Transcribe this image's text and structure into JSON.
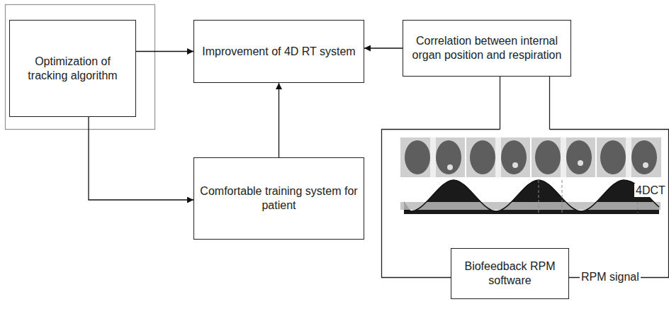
{
  "diagram": {
    "nodes": [
      {
        "text": [
          "Optimization of tracking algorithm"
        ]
      },
      {
        "text": [
          "Improvement of 4D RT system"
        ]
      },
      {
        "text": [
          "Correlation between internal organ position and respiration"
        ]
      },
      {
        "text": [
          "Comfortable training system for patient"
        ]
      },
      {
        "text": [
          "Biofeedback RPM software"
        ]
      }
    ],
    "edges": [
      {
        "from": 0,
        "to": 1,
        "arrow": "to"
      },
      {
        "from": 2,
        "to": 1,
        "arrow": "to"
      },
      {
        "from": 3,
        "to": 1,
        "arrow": "to"
      },
      {
        "from": 0,
        "to": 3,
        "arrow": "to"
      }
    ],
    "labels": [
      "4DCT",
      "RPM signal"
    ]
  }
}
